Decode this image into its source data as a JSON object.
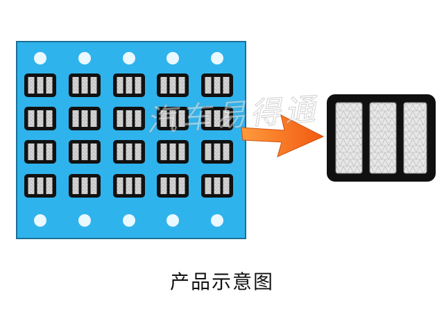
{
  "caption": "产品示意图",
  "watermark": "汽车易得通",
  "colors": {
    "panel": "#2fb3ec",
    "panel_border": "#1c6f96",
    "hole": "#eaf8ff",
    "cell_outer": "#111111",
    "cell_inner": "#c9c9c9",
    "arrow": "#f37a1f",
    "detail_outer": "#101010",
    "detail_inner": "#d9d9d9"
  },
  "grid": {
    "rows": 4,
    "cols": 5,
    "hole_rows": [
      "top",
      "bottom"
    ]
  }
}
